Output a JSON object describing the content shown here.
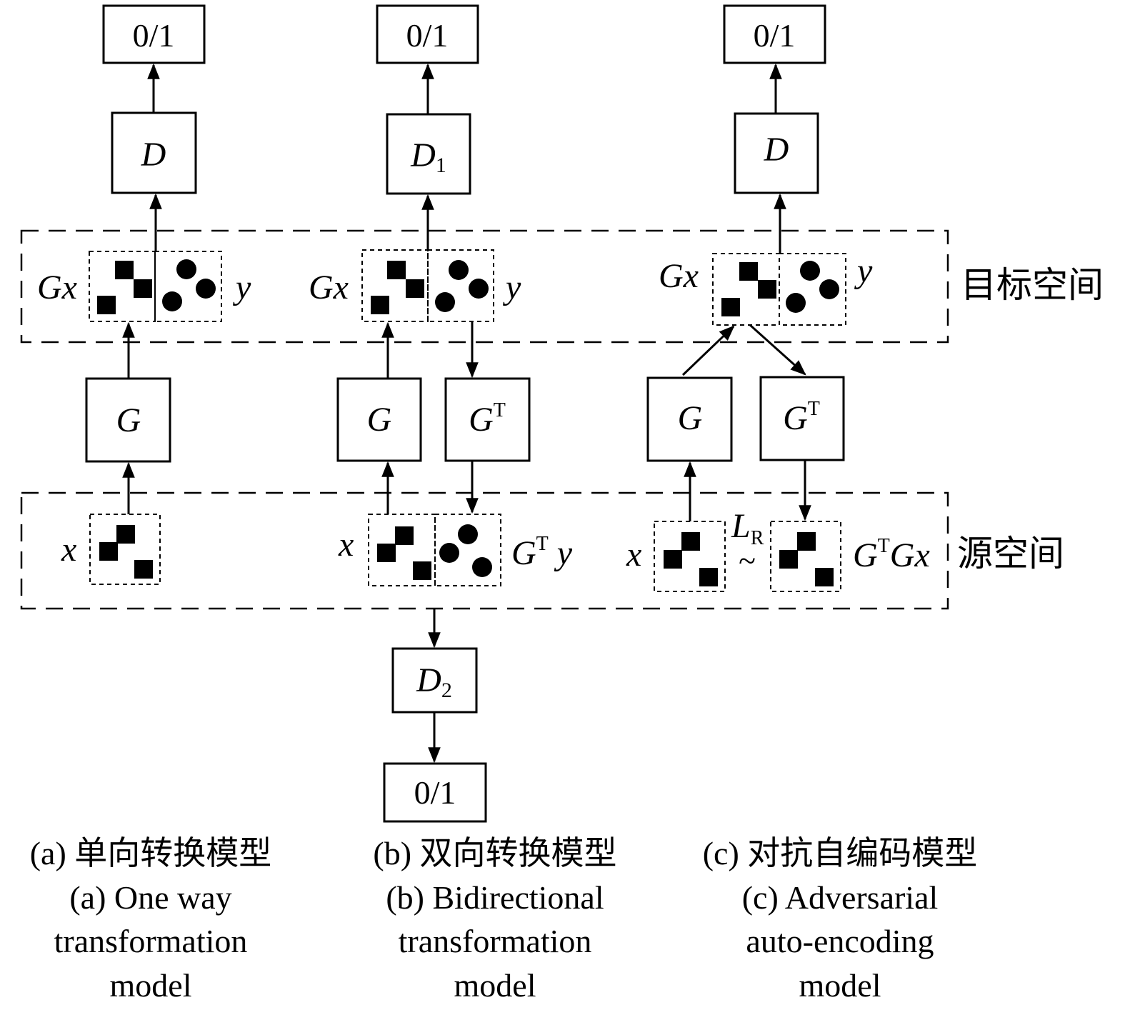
{
  "output_label": "0/1",
  "discriminator": {
    "d": "D",
    "d1_base": "D",
    "d1_sub": "1",
    "d2_base": "D",
    "d2_sub": "2"
  },
  "generator": {
    "g": "G",
    "gt_base": "G",
    "gt_sup": "T"
  },
  "spaces": {
    "target": "目标空间",
    "source": "源空间"
  },
  "labels": {
    "gx": "Gx",
    "y": "y",
    "x": "x",
    "gty_base": "G",
    "gty_sup": "T",
    "gty_y": " y",
    "gtgx_base": "G",
    "gtgx_sup": "T",
    "gtgx_tail": "Gx",
    "lr_base": "L",
    "lr_sub": "R",
    "tilde": "~"
  },
  "captions": {
    "a": {
      "cn": "(a) 单向转换模型",
      "en1": "(a) One way",
      "en2": "transformation",
      "en3": "model"
    },
    "b": {
      "cn": "(b) 双向转换模型",
      "en1": "(b) Bidirectional",
      "en2": "transformation",
      "en3": "model"
    },
    "c": {
      "cn": "(c) 对抗自编码模型",
      "en1": "(c) Adversarial",
      "en2": "auto-encoding",
      "en3": "model"
    }
  }
}
